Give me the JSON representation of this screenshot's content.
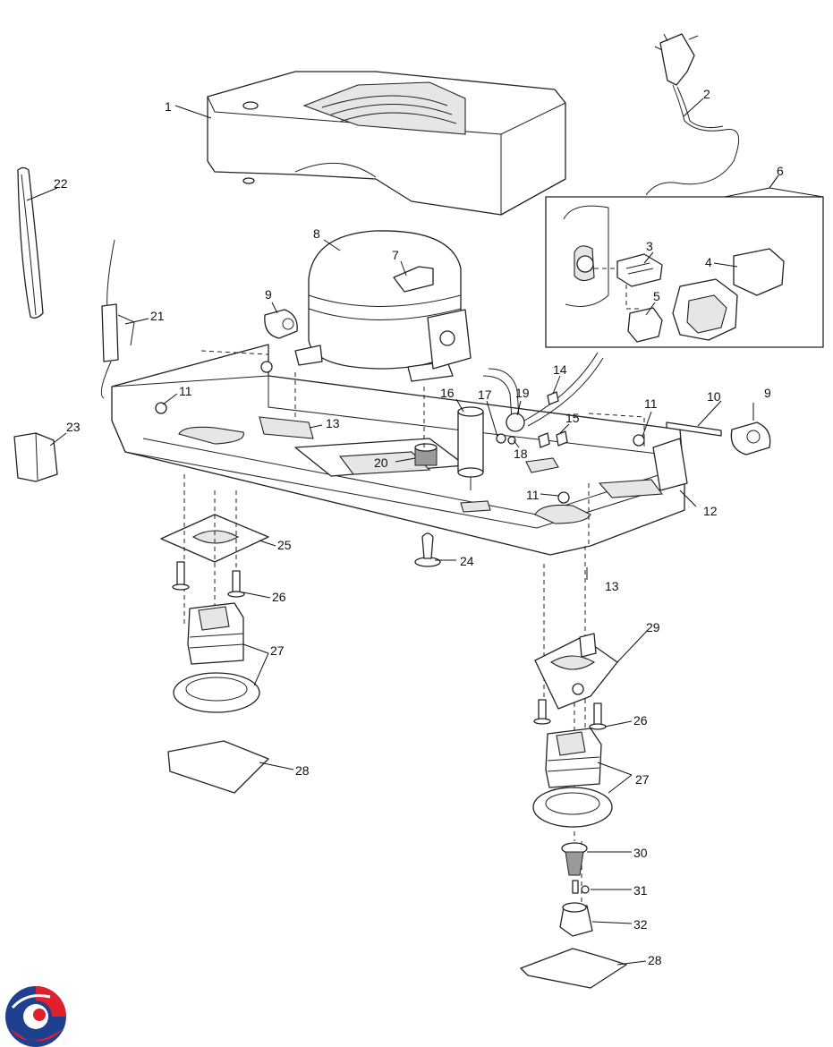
{
  "diagram": {
    "labels": [
      {
        "id": "c1",
        "text": "1"
      },
      {
        "id": "c2",
        "text": "2"
      },
      {
        "id": "c3",
        "text": "3"
      },
      {
        "id": "c4",
        "text": "4"
      },
      {
        "id": "c5",
        "text": "5"
      },
      {
        "id": "c6",
        "text": "6"
      },
      {
        "id": "c7",
        "text": "7"
      },
      {
        "id": "c8",
        "text": "8"
      },
      {
        "id": "c9a",
        "text": "9"
      },
      {
        "id": "c9b",
        "text": "9"
      },
      {
        "id": "c10",
        "text": "10"
      },
      {
        "id": "c11a",
        "text": "11"
      },
      {
        "id": "c11b",
        "text": "11"
      },
      {
        "id": "c11c",
        "text": "11"
      },
      {
        "id": "c12",
        "text": "12"
      },
      {
        "id": "c13a",
        "text": "13"
      },
      {
        "id": "c13b",
        "text": "13"
      },
      {
        "id": "c14",
        "text": "14"
      },
      {
        "id": "c15",
        "text": "15"
      },
      {
        "id": "c16",
        "text": "16"
      },
      {
        "id": "c17",
        "text": "17"
      },
      {
        "id": "c18",
        "text": "18"
      },
      {
        "id": "c19",
        "text": "19"
      },
      {
        "id": "c20",
        "text": "20"
      },
      {
        "id": "c21",
        "text": "21"
      },
      {
        "id": "c22",
        "text": "22"
      },
      {
        "id": "c23",
        "text": "23"
      },
      {
        "id": "c24",
        "text": "24"
      },
      {
        "id": "c25",
        "text": "25"
      },
      {
        "id": "c26a",
        "text": "26"
      },
      {
        "id": "c26b",
        "text": "26"
      },
      {
        "id": "c27a",
        "text": "27"
      },
      {
        "id": "c27b",
        "text": "27"
      },
      {
        "id": "c28a",
        "text": "28"
      },
      {
        "id": "c28b",
        "text": "28"
      },
      {
        "id": "c29",
        "text": "29"
      },
      {
        "id": "c30",
        "text": "30"
      },
      {
        "id": "c31",
        "text": "31"
      },
      {
        "id": "c32",
        "text": "32"
      }
    ]
  },
  "logo": {
    "icon": "spares-logo-icon",
    "colors": {
      "blue": "#1f3f8f",
      "red": "#e0202a",
      "white": "#ffffff"
    }
  }
}
